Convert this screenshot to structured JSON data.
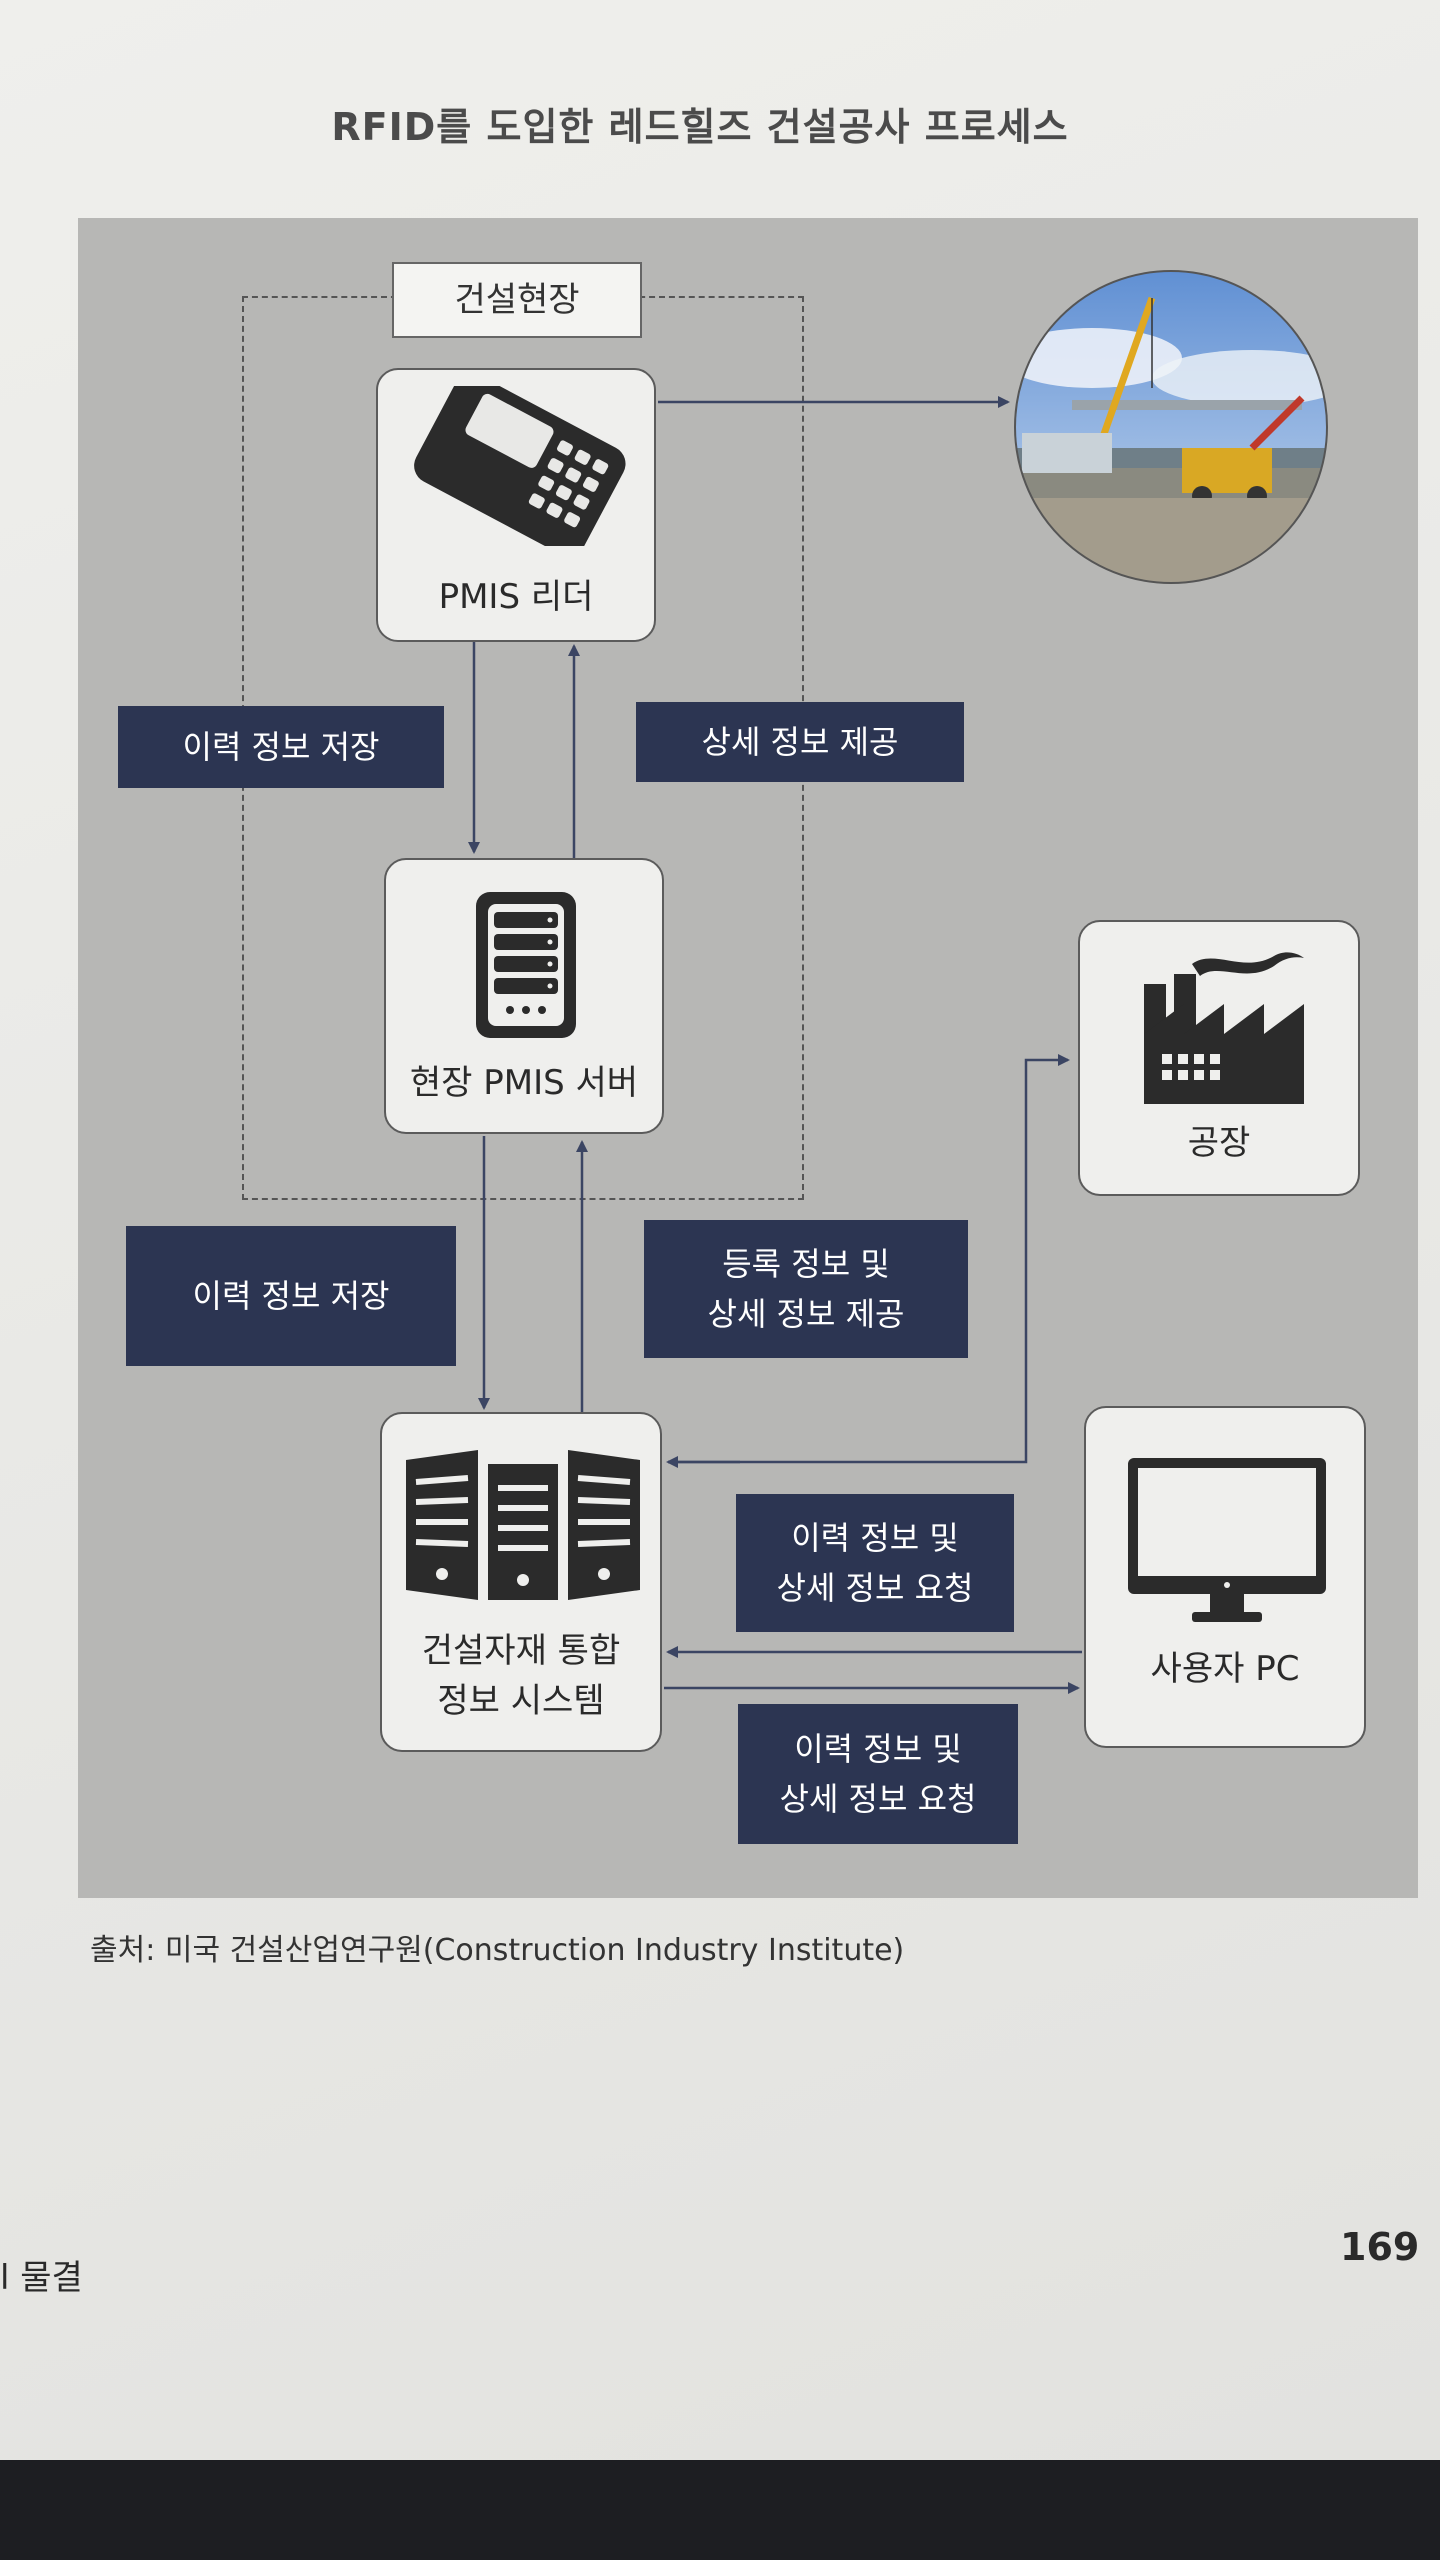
{
  "title": "RFID를 도입한 레드힐즈 건설공사 프로세스",
  "site_label": "건설현장",
  "nodes": {
    "reader": "PMIS 리더",
    "server": "현장 PMIS 서버",
    "system_line1": "건설자재 통합",
    "system_line2": "정보 시스템",
    "factory": "공장",
    "pc": "사용자 PC"
  },
  "tags": {
    "store1": "이력 정보 저장",
    "detail1": "상세 정보 제공",
    "store2": "이력 정보 저장",
    "reg_line1": "등록 정보 및",
    "reg_line2": "상세 정보 제공",
    "req1_line1": "이력 정보 및",
    "req1_line2": "상세 정보 요청",
    "req2_line1": "이력 정보 및",
    "req2_line2": "상세 정보 요청"
  },
  "caption": "출처: 미국 건설산업연구원(Construction Industry Institute)",
  "page_number": "169",
  "running_text": "l 물결",
  "colors": {
    "tag_bg": "#2c3552",
    "panel_bg": "#b7b7b5",
    "arrow": "#3b4563"
  }
}
